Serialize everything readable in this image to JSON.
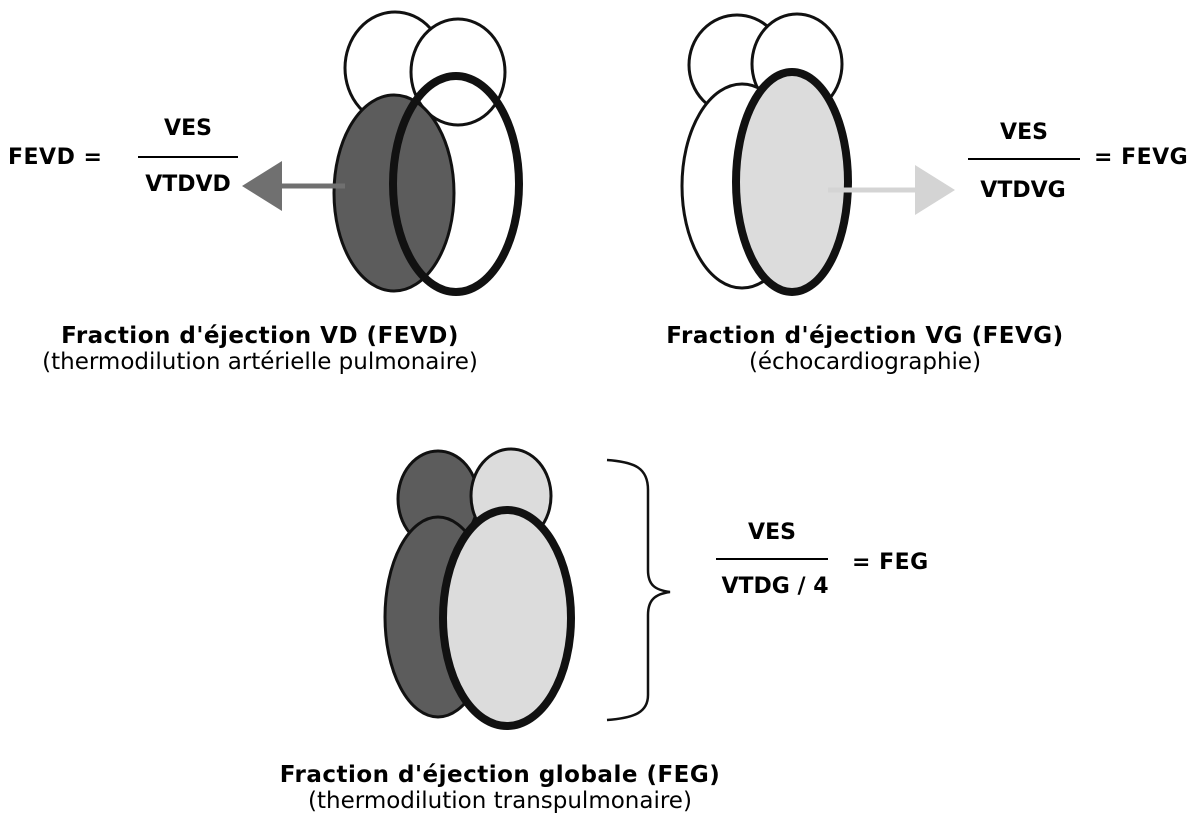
{
  "panel_vd": {
    "lhs": "FEVD =",
    "numerator": "VES",
    "denominator": "VTDVD",
    "title": "Fraction d'éjection VD (FEVD)",
    "subtitle": "(thermodilution artérielle pulmonaire)",
    "arrow_color": "#707070"
  },
  "panel_vg": {
    "numerator": "VES",
    "denominator": "VTDVG",
    "rhs": "= FEVG",
    "title": "Fraction d'éjection VG (FEVG)",
    "subtitle": "(échocardiographie)",
    "arrow_color": "#d4d4d4"
  },
  "panel_global": {
    "numerator": "VES",
    "denominator": "VTDG / 4",
    "rhs": "= FEG",
    "title": "Fraction d'éjection globale (FEG)",
    "subtitle": "(thermodilution transpulmonaire)"
  },
  "colors": {
    "dark_chamber": "#5c5c5c",
    "light_chamber": "#dcdcdc",
    "outline": "#111111"
  }
}
